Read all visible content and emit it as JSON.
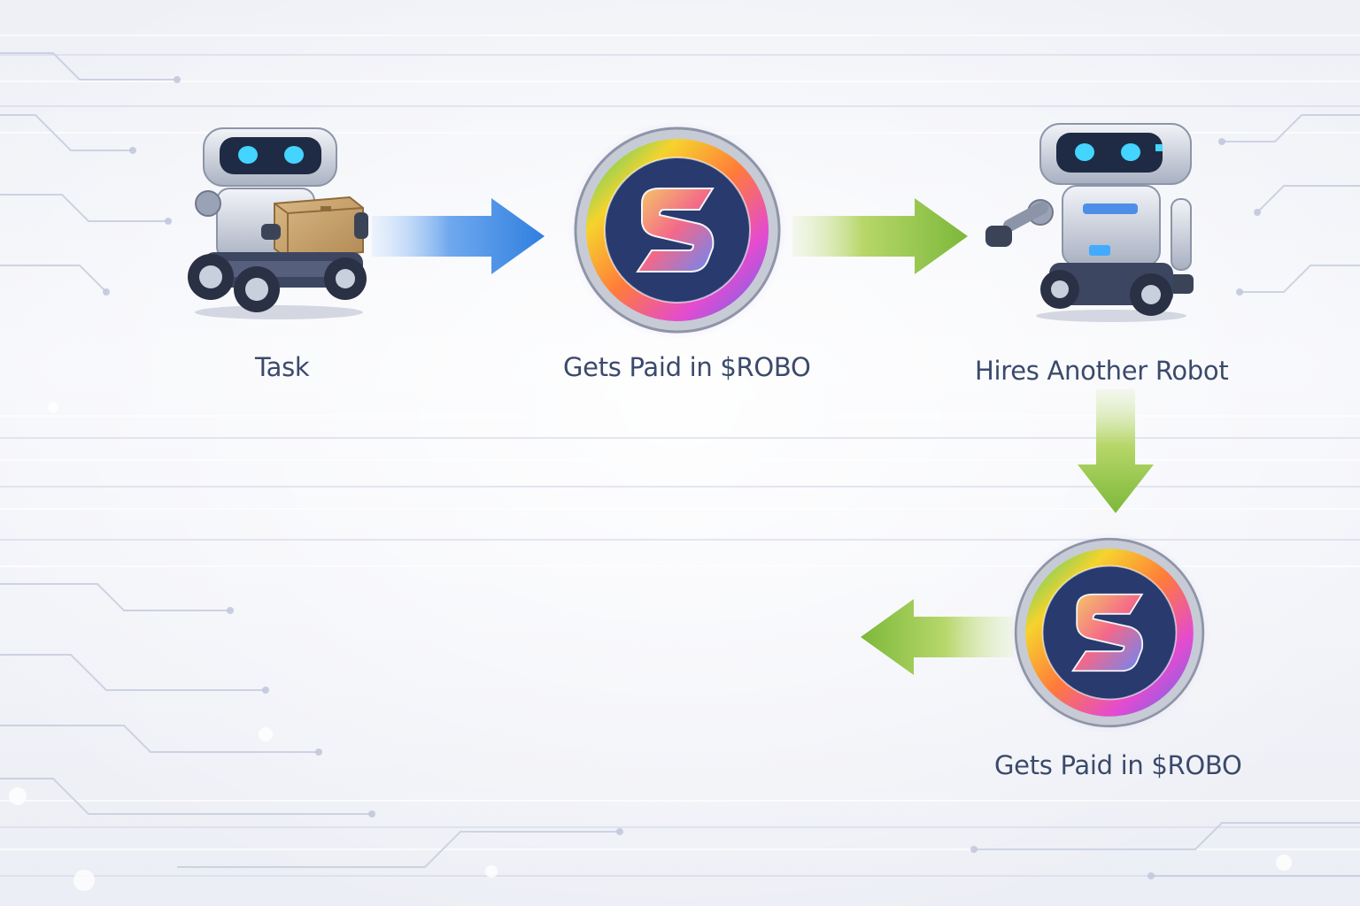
{
  "diagram": {
    "nodes": [
      {
        "id": "task",
        "label": "Task",
        "icon": "robot-carrying-box-icon"
      },
      {
        "id": "paid-1",
        "label": "Gets Paid in $ROBO",
        "icon": "robo-coin-icon"
      },
      {
        "id": "hire",
        "label": "Hires Another Robot",
        "icon": "robot-pointing-icon"
      },
      {
        "id": "paid-2",
        "label": "Gets Paid in $ROBO",
        "icon": "robo-coin-icon"
      }
    ],
    "edges": [
      {
        "from": "task",
        "to": "paid-1",
        "color": "#2f7fe0"
      },
      {
        "from": "paid-1",
        "to": "hire",
        "color": "#7cb83a"
      },
      {
        "from": "hire",
        "to": "paid-2",
        "color": "#7cb83a"
      },
      {
        "from": "paid-2",
        "to": "",
        "color": "#7cb83a"
      }
    ],
    "colors": {
      "label": "#3b4a6b",
      "background": "#f2f3f8",
      "box": "#c9a06b"
    }
  }
}
